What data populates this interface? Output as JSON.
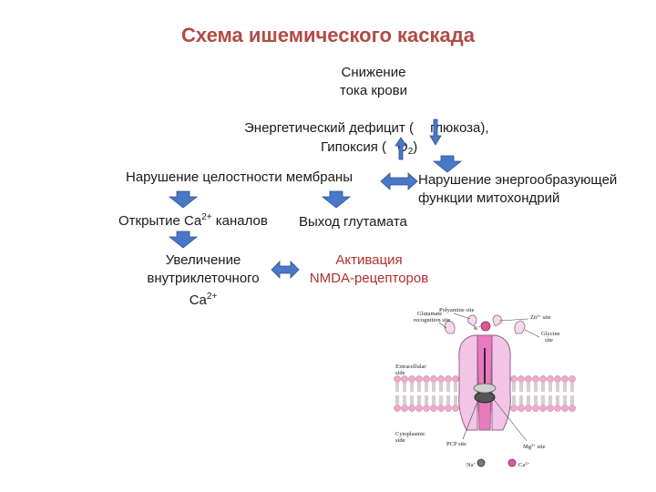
{
  "title": "Схема ишемического каскада",
  "nodes": {
    "reduced_flow": [
      "Снижение",
      "тока крови"
    ],
    "energy_deficit_prefix": "Энергетический дефицит (",
    "energy_deficit_suffix": " глюкоза),",
    "hypoxia_prefix": "Гипоксия (",
    "hypoxia_o": "O",
    "hypoxia_sub": "2",
    "hypoxia_suffix": ")",
    "membrane_damage": "Нарушение целостности мембраны",
    "mito_dysfunction": [
      "Нарушение энергообразующей",
      "функции митохондрий"
    ],
    "ca_channels_prefix": "Открытие Ca",
    "ca_channels_sup": "2+",
    "ca_channels_suffix": " каналов",
    "glutamate_release": "Выход глутамата",
    "ca_increase": [
      "Увеличение",
      "внутриклеточного"
    ],
    "ca_increase_ion": "Ca",
    "ca_increase_sup": "2+",
    "nmda_activation": [
      "Активация",
      "NMDA-рецепторов"
    ]
  },
  "figure_labels": {
    "polyamine": "Polyamine site",
    "glutamate": [
      "Glutamate",
      "recognition site"
    ],
    "zn": "Zn",
    "zn_sup": "2+",
    "zn_suffix": " site",
    "glycine": [
      "Glycine",
      "site"
    ],
    "k": "K",
    "k_sup": "+",
    "extracellular": [
      "Extracellular",
      "side"
    ],
    "cytoplasmic": [
      "Cytoplasmic",
      "side"
    ],
    "pcp": "PCP site",
    "mg": "Mg",
    "mg_sup": "2+",
    "mg_suffix": " site",
    "na": "Na",
    "na_sup": "+",
    "ca": "Ca",
    "ca_sup": "2+"
  },
  "colors": {
    "title": "#b24a45",
    "red_text": "#b1302c",
    "arrow_fill": "#4a78c8",
    "arrow_stroke": "#2c4f8f",
    "membrane_head": "#f0a9c8",
    "receptor": "#f2c4e6"
  }
}
